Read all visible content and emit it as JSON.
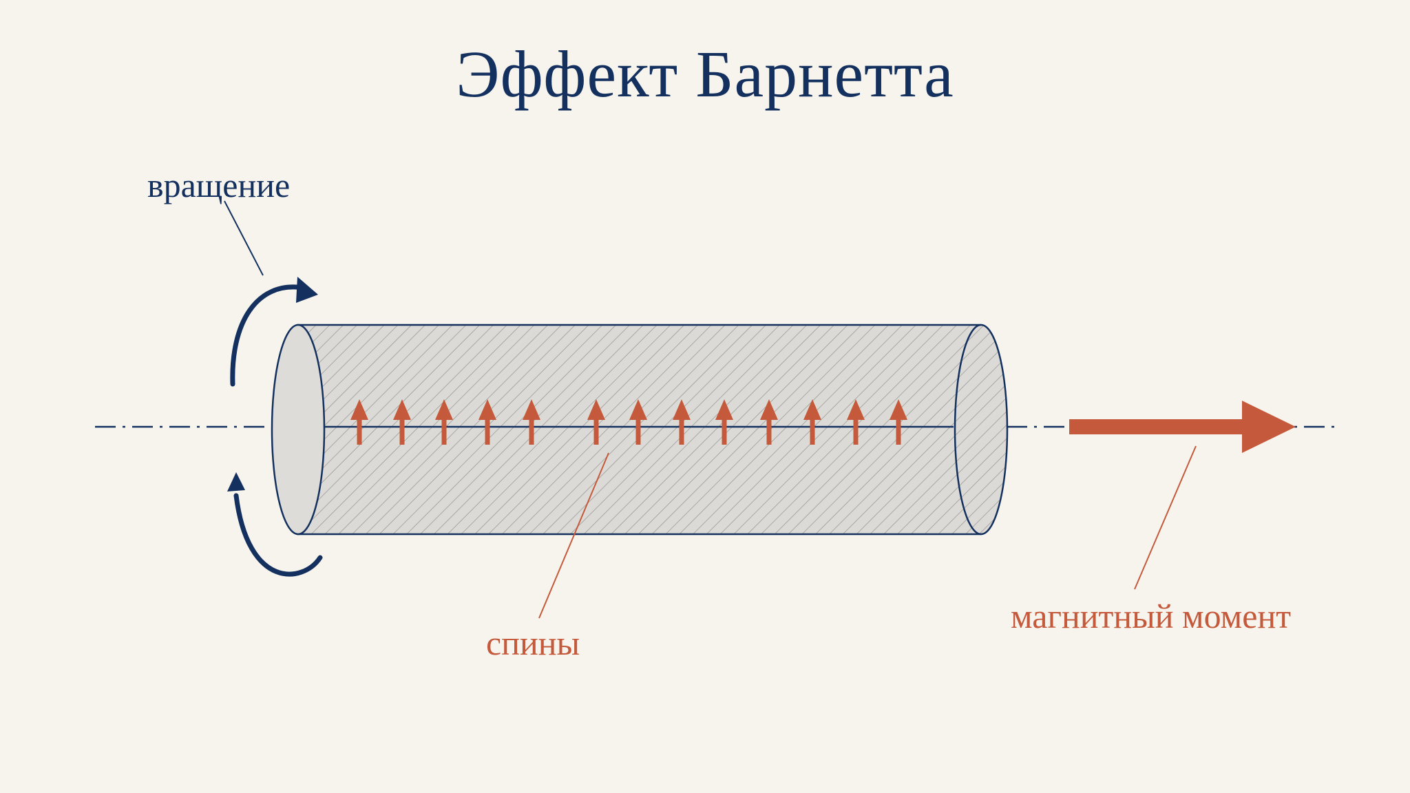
{
  "title": "Эффект Барнетта",
  "labels": {
    "rotation": "вращение",
    "spins": "спины",
    "magnetic_moment": "магнитный момент"
  },
  "spin_count": 13,
  "colors": {
    "background": "#f7f4ee",
    "navy": "#13305e",
    "accent": "#c45a3b",
    "cylinder_fill": "#dcdad6"
  },
  "icons": {
    "rotation": "rotation-arrows-icon",
    "spin": "spin-up-arrow-icon",
    "moment": "magnetic-moment-arrow-icon"
  }
}
